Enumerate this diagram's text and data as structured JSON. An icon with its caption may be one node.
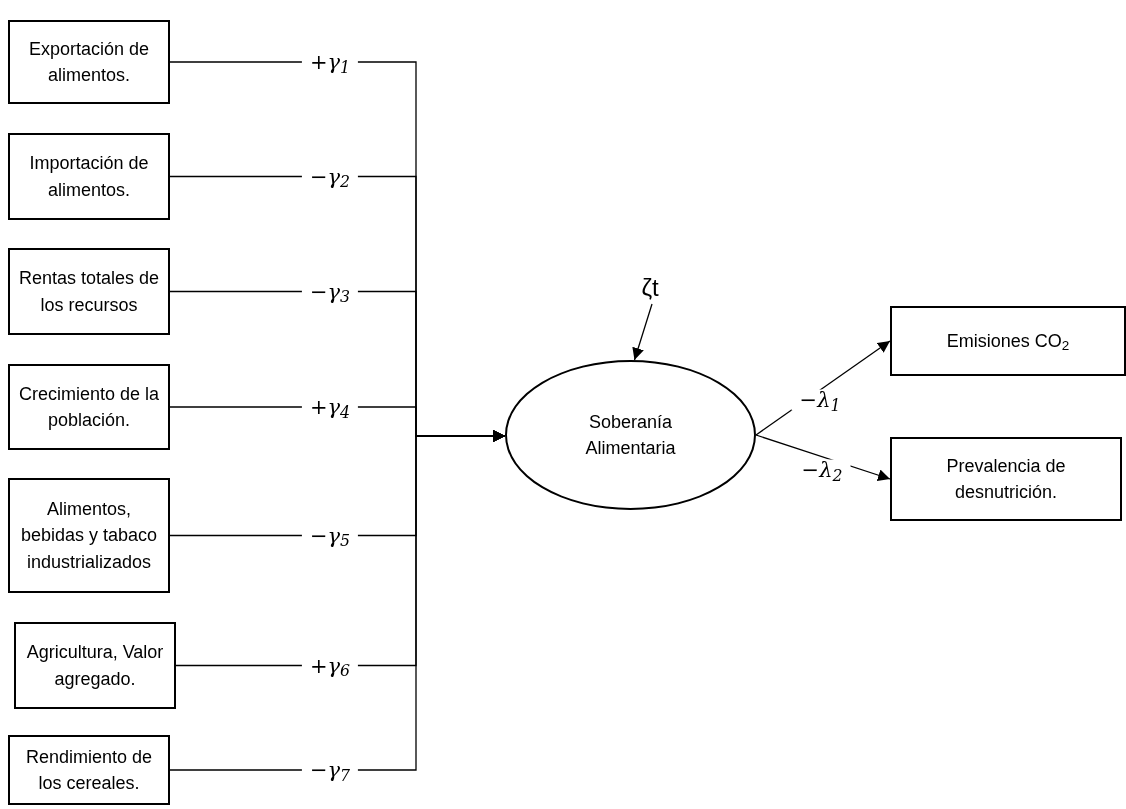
{
  "diagram": {
    "nodes": [
      {
        "text": [
          "Exportación de alimentos."
        ]
      },
      {
        "text": [
          "Importación de alimentos."
        ]
      },
      {
        "text": [
          "Rentas totales de los recursos"
        ]
      },
      {
        "text": [
          "Crecimiento de la población."
        ]
      },
      {
        "text": [
          "Alimentos, bebidas y tabaco industrializados"
        ]
      },
      {
        "text": [
          "Agricultura, Valor agregado."
        ]
      },
      {
        "text": [
          "Rendimiento de los cereales."
        ]
      },
      {
        "text": [
          "Soberanía Alimentaria"
        ]
      },
      {
        "text": [
          "ζt"
        ]
      },
      {
        "text": [
          "Emisiones CO$_{2}$"
        ]
      },
      {
        "text": [
          "Prevalencia de desnutrición."
        ]
      }
    ],
    "edges": [
      {
        "from": 0,
        "to": 7,
        "arrow": "to",
        "label": "+γ$_{1}$"
      },
      {
        "from": 1,
        "to": 7,
        "arrow": "to",
        "label": "−γ$_{2}$"
      },
      {
        "from": 2,
        "to": 7,
        "arrow": "to",
        "label": "−γ$_{3}$"
      },
      {
        "from": 3,
        "to": 7,
        "arrow": "to",
        "label": "+γ$_{4}$"
      },
      {
        "from": 4,
        "to": 7,
        "arrow": "to",
        "label": "−γ$_{5}$"
      },
      {
        "from": 5,
        "to": 7,
        "arrow": "to",
        "label": "+γ$_{6}$"
      },
      {
        "from": 6,
        "to": 7,
        "arrow": "to",
        "label": "−γ$_{7}$"
      },
      {
        "from": 8,
        "to": 7,
        "arrow": "to"
      },
      {
        "from": 7,
        "to": 9,
        "arrow": "to",
        "label": "−λ$_{1}$"
      },
      {
        "from": 7,
        "to": 10,
        "arrow": "to",
        "label": "−λ$_{2}$"
      }
    ]
  }
}
